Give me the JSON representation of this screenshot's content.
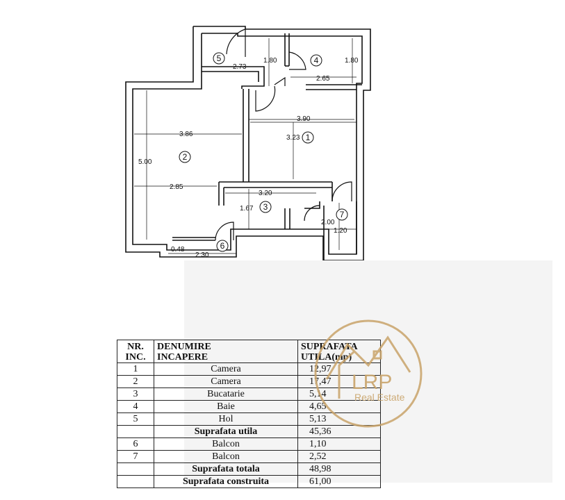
{
  "rooms": [
    {
      "num": "1"
    },
    {
      "num": "2"
    },
    {
      "num": "3"
    },
    {
      "num": "4"
    },
    {
      "num": "5"
    },
    {
      "num": "6"
    },
    {
      "num": "7"
    }
  ],
  "dimensions": {
    "d_273": "2.73",
    "d_180a": "1.80",
    "d_180b": "1.80",
    "d_265": "2.65",
    "d_386": "3.86",
    "d_390": "3.90",
    "d_323": "3.23",
    "d_500": "5.00",
    "d_285": "2.85",
    "d_320": "3.20",
    "d_167": "1.67",
    "d_200": "2.00",
    "d_120": "1.20",
    "d_048": "0.48",
    "d_230": "2.30"
  },
  "table": {
    "header": {
      "nr_line1": "NR.",
      "nr_line2": "INC.",
      "name_line1": "DENUMIRE",
      "name_line2": "INCAPERE",
      "area_line1": "SUPRAFATA",
      "area_line2": "UTILA(mp)"
    },
    "rows": [
      {
        "nr": "1",
        "name": "Camera",
        "value": "12,97",
        "bold": false
      },
      {
        "nr": "2",
        "name": "Camera",
        "value": "17,47",
        "bold": false
      },
      {
        "nr": "3",
        "name": "Bucatarie",
        "value": "5,14",
        "bold": false
      },
      {
        "nr": "4",
        "name": "Baie",
        "value": "4,65",
        "bold": false
      },
      {
        "nr": "5",
        "name": "Hol",
        "value": "5,13",
        "bold": false
      },
      {
        "nr": "",
        "name": "Suprafata utila",
        "value": "45,36",
        "bold": true
      },
      {
        "nr": "6",
        "name": "Balcon",
        "value": "1,10",
        "bold": false
      },
      {
        "nr": "7",
        "name": "Balcon",
        "value": "2,52",
        "bold": false
      },
      {
        "nr": "",
        "name": "Suprafata totala",
        "value": "48,98",
        "bold": true
      },
      {
        "nr": "",
        "name": "Suprafata construita",
        "value": "61,00",
        "bold": true
      }
    ]
  },
  "logo": {
    "initials": "LRP",
    "subtitle": "Real Estate",
    "color": "#c9a46a"
  }
}
